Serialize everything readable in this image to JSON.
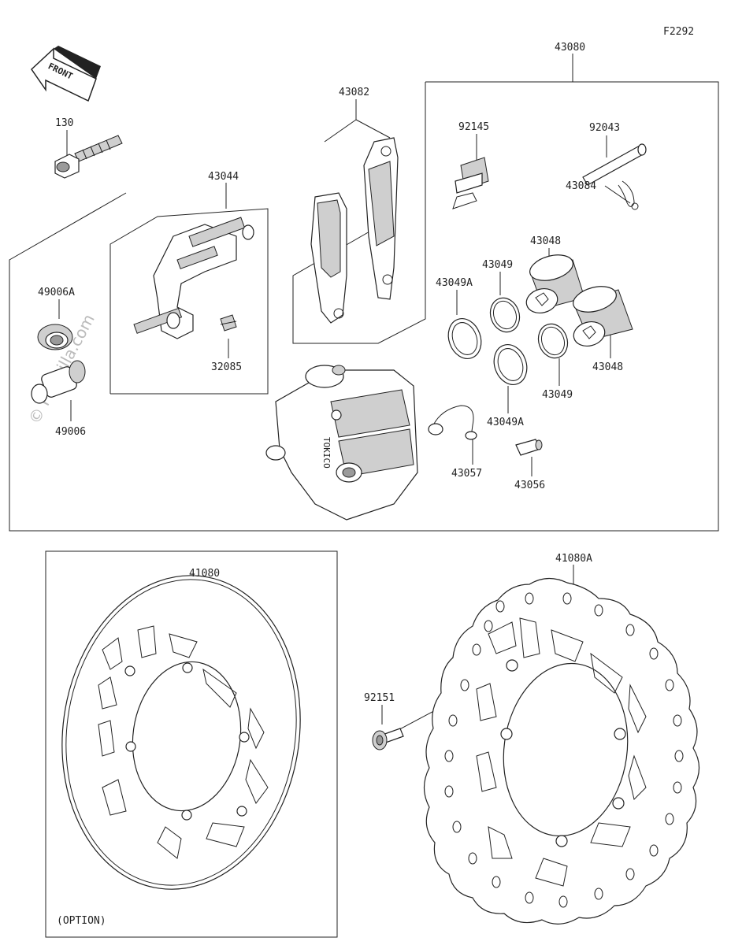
{
  "diagram_code": "F2292",
  "front_badge": "FRONT",
  "watermark": "© Partzilla.com",
  "option_label": "(OPTION)",
  "labels": {
    "p130": "130",
    "p43044": "43044",
    "p49006A": "49006A",
    "p49006": "49006",
    "p32085": "32085",
    "p43082": "43082",
    "p43080": "43080",
    "p92145": "92145",
    "p92043": "92043",
    "p43084": "43084",
    "p43048a": "43048",
    "p43048b": "43048",
    "p43049a": "43049",
    "p43049b": "43049",
    "p43049Aa": "43049A",
    "p43049Ab": "43049A",
    "p43057": "43057",
    "p43056": "43056",
    "p41080": "41080",
    "p41080A": "41080A",
    "p92151": "92151"
  },
  "caliper_brand": "TOKICO"
}
